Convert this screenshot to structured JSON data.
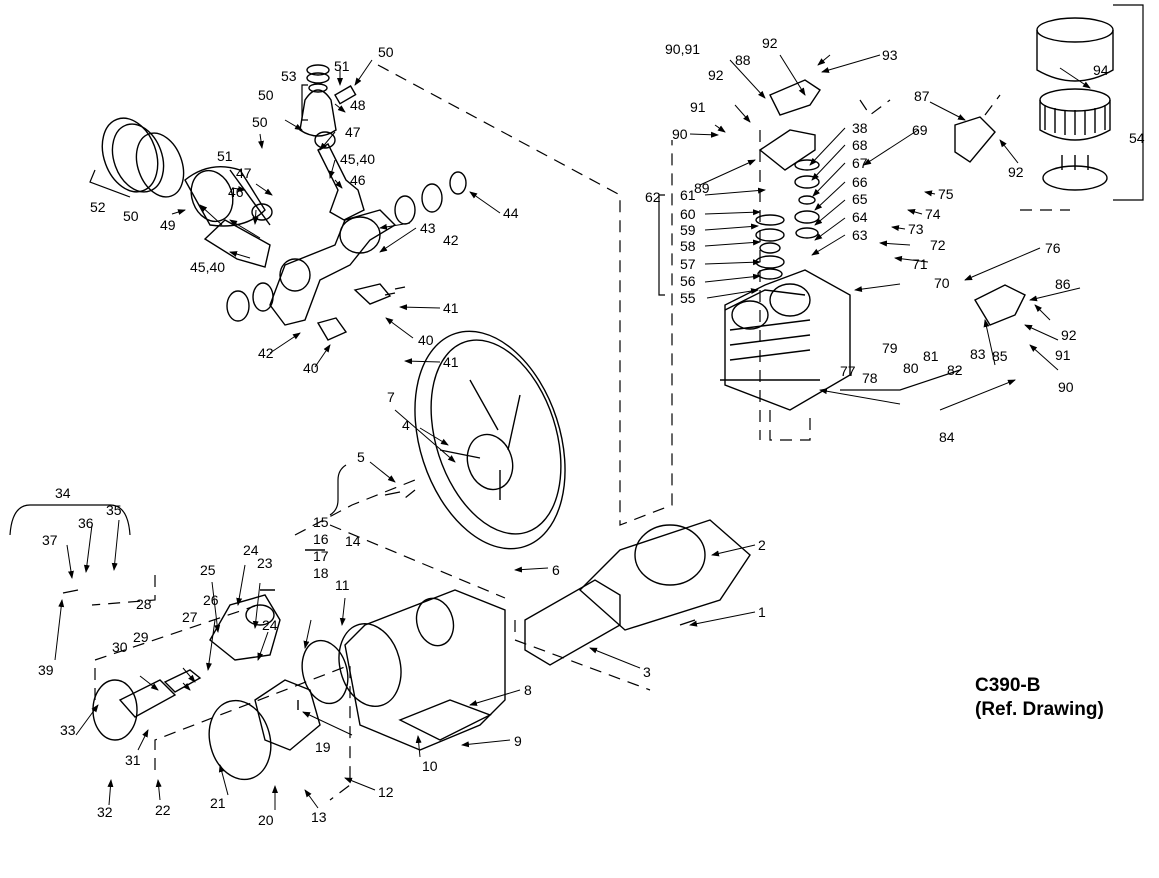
{
  "drawing": {
    "model": "C390-B",
    "note": "(Ref. Drawing)"
  },
  "part_labels": [
    "1",
    "2",
    "3",
    "4",
    "5",
    "6",
    "7",
    "8",
    "9",
    "10",
    "11",
    "12",
    "13",
    "14",
    "15",
    "16",
    "17",
    "18",
    "19",
    "20",
    "21",
    "22",
    "23",
    "24",
    "24",
    "25",
    "26",
    "27",
    "28",
    "29",
    "30",
    "31",
    "32",
    "33",
    "34",
    "35",
    "36",
    "37",
    "39",
    "40",
    "40",
    "41",
    "41",
    "42",
    "42",
    "43",
    "44",
    "45,40",
    "45,40",
    "46",
    "46",
    "47",
    "47",
    "48",
    "49",
    "50",
    "50",
    "50",
    "50",
    "51",
    "51",
    "52",
    "53",
    "54",
    "55",
    "56",
    "57",
    "58",
    "59",
    "60",
    "61",
    "62",
    "63",
    "64",
    "65",
    "66",
    "67",
    "68",
    "69",
    "70",
    "71",
    "72",
    "73",
    "74",
    "75",
    "76",
    "77",
    "78",
    "79",
    "80",
    "81",
    "82",
    "83",
    "84",
    "85",
    "86",
    "87",
    "88",
    "89",
    "90,91",
    "90",
    "90",
    "91",
    "91",
    "92",
    "92",
    "92",
    "92",
    "93",
    "94",
    "38"
  ]
}
